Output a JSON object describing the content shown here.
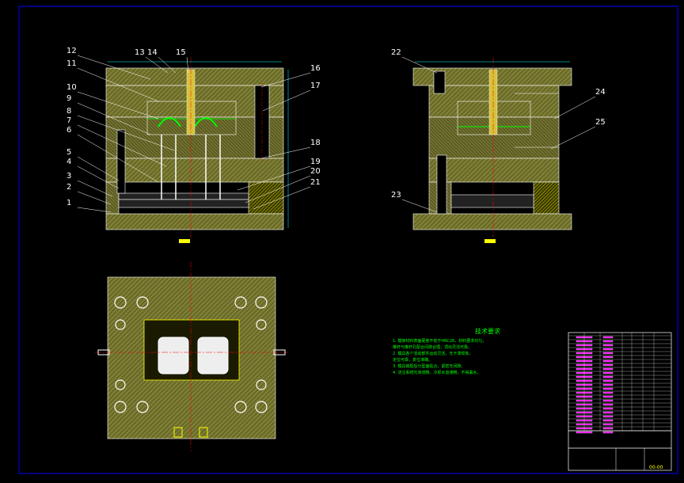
{
  "colors": {
    "background": "#000000",
    "frame": "#0000ff",
    "outline": "#ffffff",
    "hatch": "#ffff00",
    "plate_fill": "#8a8a3a",
    "leader": "#ffffff",
    "center_line": "#ff0000",
    "dim_line": "#00ffff",
    "cavity": "#00ff00",
    "note_text": "#00ff00",
    "table_text": "#ff00ff"
  },
  "front_view_callouts": [
    "1",
    "2",
    "3",
    "4",
    "5",
    "6",
    "7",
    "8",
    "9",
    "10",
    "11",
    "12",
    "13",
    "14",
    "15",
    "16",
    "17",
    "18",
    "19",
    "20",
    "21"
  ],
  "side_view_callouts": [
    "22",
    "23",
    "24",
    "25"
  ],
  "tech_notes": {
    "title": "技术要求",
    "lines": [
      "1. 模架材料表面硬度不低于HRC28，材料要求均匀，",
      "   推杆与推杆孔配合间隙合理，顶出灵活可靠。",
      "2. 模具各个活动部件运动灵活，无卡滞现象，",
      "   定位可靠，复位准确。",
      "3. 模具装配后分型面贴合，紧密无间隙。",
      "4. 浇注系统光滑流畅，冷却水道通畅，不得漏水。"
    ]
  },
  "title_block": {
    "drawing_code": "00-00"
  }
}
